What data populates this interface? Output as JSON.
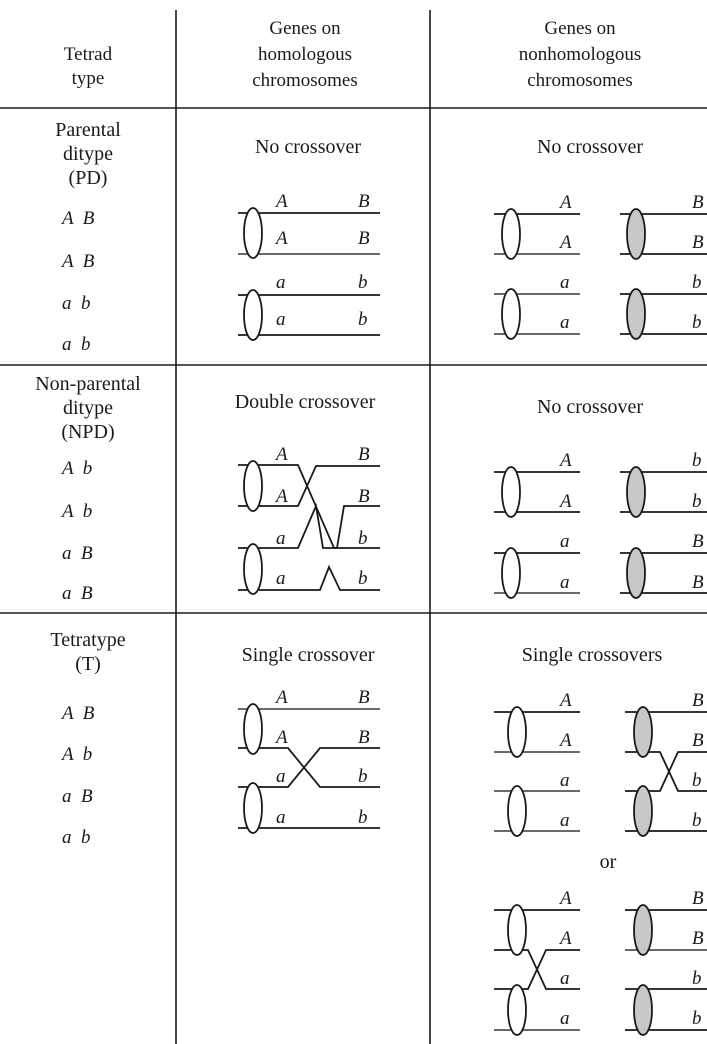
{
  "header": {
    "col1": [
      "Tetrad",
      "type"
    ],
    "col2": [
      "Genes on",
      "homologous",
      "chromosomes"
    ],
    "col3": [
      "Genes on",
      "nonhomologous",
      "chromosomes"
    ]
  },
  "rows": [
    {
      "type_lines": [
        "Parental",
        "ditype",
        "(PD)"
      ],
      "genotypes": [
        "A  B",
        "A  B",
        "a  b",
        "a  b"
      ],
      "homologous_label": "No crossover",
      "nonhomologous_label": "No crossover",
      "homologous_genes": [
        [
          "A",
          "B"
        ],
        [
          "A",
          "B"
        ],
        [
          "a",
          "b"
        ],
        [
          "a",
          "b"
        ]
      ],
      "nonhomologous_genes": [
        [
          "A",
          "B"
        ],
        [
          "A",
          "B"
        ],
        [
          "a",
          "b"
        ],
        [
          "a",
          "b"
        ]
      ]
    },
    {
      "type_lines": [
        "Non-parental",
        "ditype",
        "(NPD)"
      ],
      "genotypes": [
        "A  b",
        "A  b",
        "a  B",
        "a  B"
      ],
      "homologous_label": "Double crossover",
      "nonhomologous_label": "No crossover",
      "homologous_genes": [
        [
          "A",
          "B"
        ],
        [
          "A",
          "B"
        ],
        [
          "a",
          "b"
        ],
        [
          "a",
          "b"
        ]
      ],
      "nonhomologous_genes": [
        [
          "A",
          "b"
        ],
        [
          "A",
          "b"
        ],
        [
          "a",
          "B"
        ],
        [
          "a",
          "B"
        ]
      ]
    },
    {
      "type_lines": [
        "Tetratype",
        "(T)"
      ],
      "genotypes": [
        "A  B",
        "A  b",
        "a  B",
        "a  b"
      ],
      "homologous_label": "Single crossover",
      "nonhomologous_label": "Single crossovers",
      "homologous_genes": [
        [
          "A",
          "B"
        ],
        [
          "A",
          "B"
        ],
        [
          "a",
          "b"
        ],
        [
          "a",
          "b"
        ]
      ],
      "nonhomologous_genes_1": [
        [
          "A",
          "B"
        ],
        [
          "A",
          "B"
        ],
        [
          "a",
          "b"
        ],
        [
          "a",
          "b"
        ]
      ],
      "or_label": "or",
      "nonhomologous_genes_2": [
        [
          "A",
          "B"
        ],
        [
          "A",
          "B"
        ],
        [
          "a",
          "b"
        ],
        [
          "a",
          "b"
        ]
      ]
    }
  ]
}
